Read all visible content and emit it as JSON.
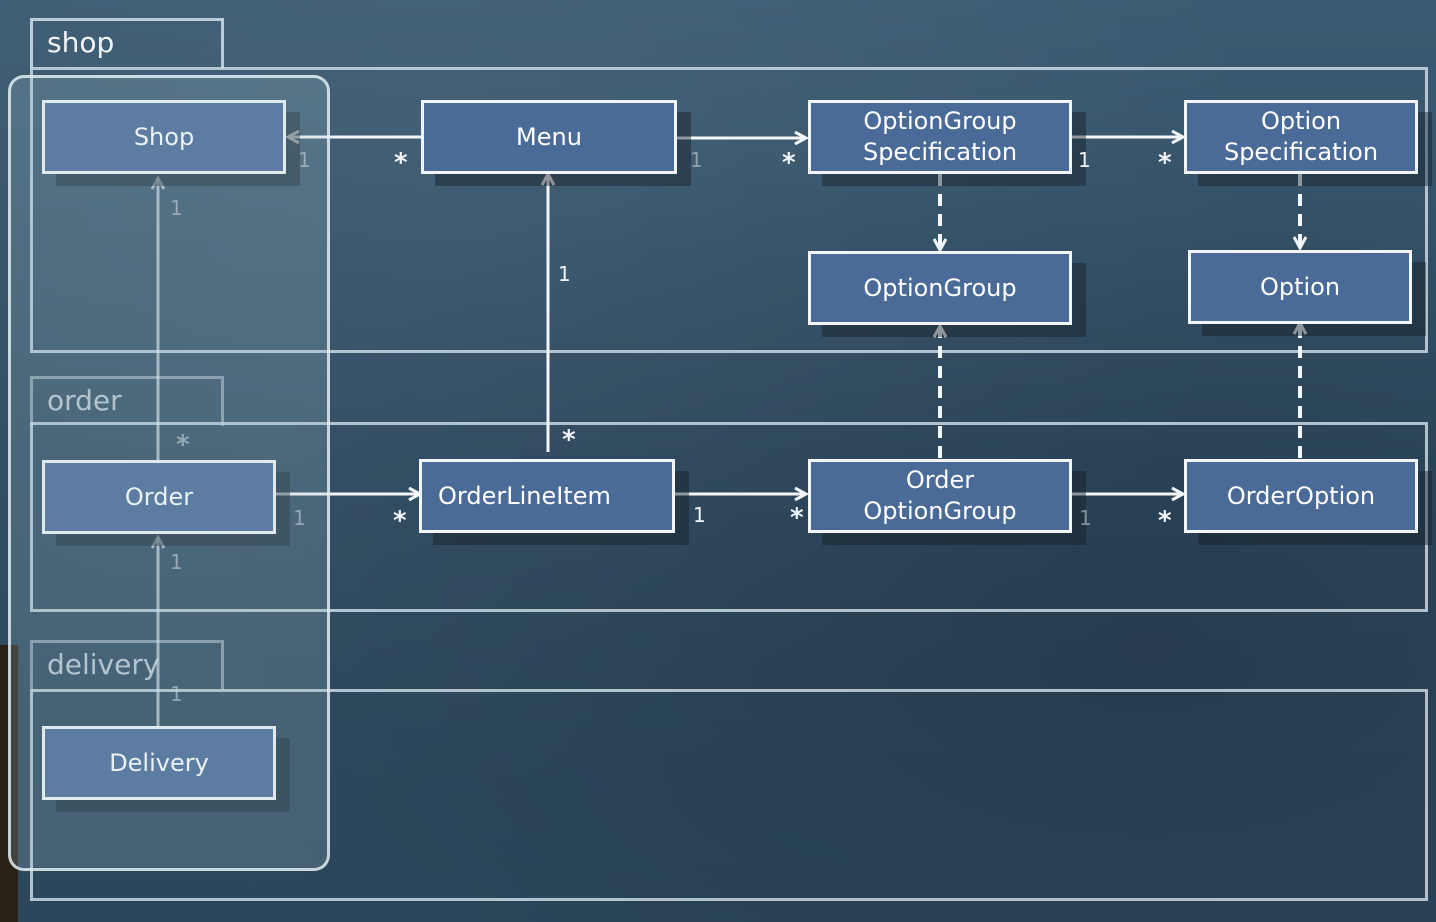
{
  "packages": {
    "shop": "shop",
    "order": "order",
    "delivery": "delivery"
  },
  "classes": {
    "shop": "Shop",
    "menu": "Menu",
    "option_group_spec": "OptionGroup\nSpecification",
    "option_spec": "Option\nSpecification",
    "option_group": "OptionGroup",
    "option": "Option",
    "order": "Order",
    "order_line_item": "OrderLineItem",
    "order_option_group": "Order\nOptionGroup",
    "order_option": "OrderOption",
    "delivery": "Delivery"
  },
  "multiplicities": {
    "shop_menu_one": "1",
    "shop_menu_many": "*",
    "menu_ogs_one": "1",
    "menu_ogs_many": "*",
    "ogs_os_one": "1",
    "ogs_os_many": "*",
    "order_shop_one": "1",
    "order_shop_many": "*",
    "oli_menu_one": "1",
    "oli_menu_many": "*",
    "order_oli_one": "1",
    "order_oli_many": "*",
    "oli_oog_one": "1",
    "oli_oog_many": "*",
    "oog_oo_one": "1",
    "oog_oo_many": "*",
    "delivery_order_one_top": "1",
    "delivery_order_one_bottom": "1"
  },
  "colors": {
    "class_fill": "#4a6a97",
    "class_border": "#f2f5f8",
    "background": "#34536a"
  }
}
